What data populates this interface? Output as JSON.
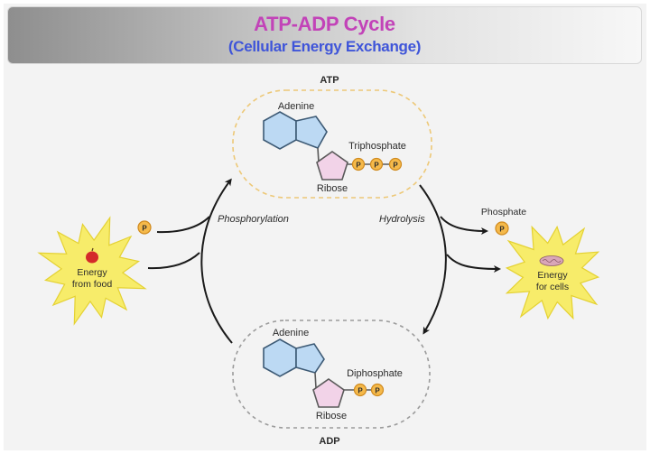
{
  "header": {
    "title": "ATP-ADP Cycle",
    "subtitle": "(Cellular Energy Exchange)"
  },
  "atp": {
    "label": "ATP",
    "adenine": "Adenine",
    "ribose": "Ribose",
    "phosphate_group": "Triphosphate",
    "phosphate_count": 3,
    "phosphate_symbol": "P"
  },
  "adp": {
    "label": "ADP",
    "adenine": "Adenine",
    "ribose": "Ribose",
    "phosphate_group": "Diphosphate",
    "phosphate_count": 2,
    "phosphate_symbol": "P"
  },
  "processes": {
    "left": "Phosphorylation",
    "right": "Hydrolysis"
  },
  "inputs": {
    "phosphate_symbol": "P",
    "energy_line1": "Energy",
    "energy_line2": "from food"
  },
  "outputs": {
    "phosphate_label": "Phosphate",
    "phosphate_symbol": "P",
    "energy_line1": "Energy",
    "energy_line2": "for cells"
  },
  "colors": {
    "title": "#c243b8",
    "subtitle": "#3f55d9",
    "adenine_fill": "#bcd9f3",
    "adenine_stroke": "#3d5a75",
    "ribose_fill": "#f2d3e8",
    "ribose_stroke": "#5a5a5a",
    "phosphate_fill": "#f5b94a",
    "phosphate_stroke": "#d08a1e",
    "starburst_fill": "#f7ec6a",
    "starburst_stroke": "#e4d132",
    "atp_border": "#edc877",
    "adp_border": "#9b9b9b"
  }
}
